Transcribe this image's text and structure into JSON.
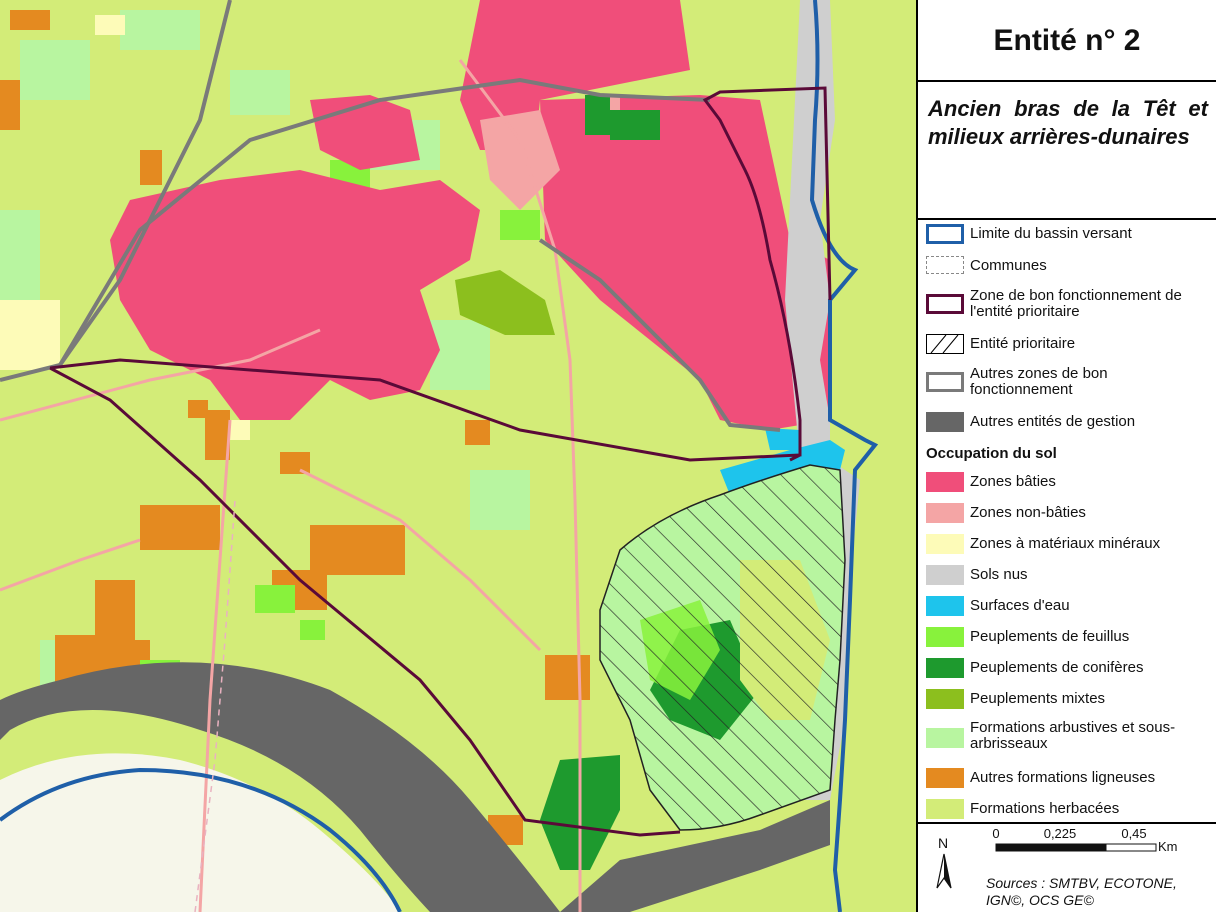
{
  "title": "Entité n° 2",
  "subtitle": "Ancien bras de la Têt et milieux arrières-dunaires",
  "legend": {
    "items": [
      {
        "label": "Limite du bassin versant",
        "style": "outline",
        "color": "#1f5fa8"
      },
      {
        "label": "Communes",
        "style": "dashed",
        "color": "#888888"
      },
      {
        "label": "Zone de bon fonctionnement de l'entité prioritaire",
        "style": "outline",
        "color": "#5a0a38"
      },
      {
        "label": "Entité prioritaire",
        "style": "hatch",
        "color": "#000000"
      },
      {
        "label": "Autres zones de bon fonctionnement",
        "style": "outline",
        "color": "#7a7a7a"
      },
      {
        "label": "Autres entités de gestion",
        "style": "fill",
        "color": "#666666"
      }
    ],
    "occupation_title": "Occupation du sol",
    "occupation": [
      {
        "label": "Zones bâties",
        "color": "#f04e7a"
      },
      {
        "label": "Zones non-bâties",
        "color": "#f4a5a5"
      },
      {
        "label": "Zones à matériaux minéraux",
        "color": "#fdfbb8"
      },
      {
        "label": "Sols nus",
        "color": "#cfcfcf"
      },
      {
        "label": "Surfaces d'eau",
        "color": "#1ec4ec"
      },
      {
        "label": "Peuplements de feuillus",
        "color": "#88f23c"
      },
      {
        "label": "Peuplements de conifères",
        "color": "#1e9a2e"
      },
      {
        "label": "Peuplements mixtes",
        "color": "#8cbf1e"
      },
      {
        "label": "Formations arbustives et sous-arbrisseaux",
        "color": "#b8f5a0"
      },
      {
        "label": "Autres formations ligneuses",
        "color": "#e48a20"
      },
      {
        "label": "Formations herbacées",
        "color": "#d3ec78"
      }
    ]
  },
  "scale": {
    "north": "N",
    "ticks": [
      "0",
      "0,225",
      "0,45"
    ],
    "unit": "Km"
  },
  "sources": "Sources : SMTBV, ECOTONE, IGN©, OCS GE©"
}
